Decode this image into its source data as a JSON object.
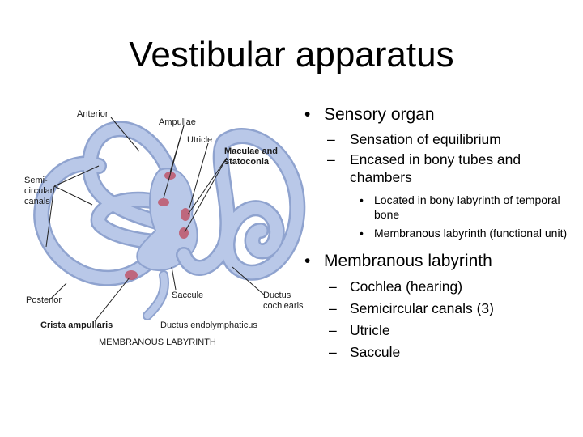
{
  "slide": {
    "title": "Vestibular apparatus"
  },
  "figure": {
    "labels": {
      "anterior": "Anterior",
      "ampullae": "Ampullae",
      "utricle": "Utricle",
      "maculae": "Maculae and\nstatoconia",
      "semicircular": "Semi-\ncircular\ncanals",
      "posterior": "Posterior",
      "saccule": "Saccule",
      "ductus_cochlearis": "Ductus\ncochlearis",
      "crista": "Crista ampullaris",
      "ductus_endolymphaticus": "Ductus endolymphaticus",
      "caption": "MEMBRANOUS LABYRINTH"
    },
    "colors": {
      "membrane": "#b9c8e8",
      "membrane_edge": "#8fa3cf",
      "sensory": "#c0475a"
    }
  },
  "bullets": {
    "b1": {
      "text": "Sensory organ",
      "sub1": "Sensation of equilibrium",
      "sub2": "Encased in bony tubes and chambers",
      "sub2_1": "Located in bony labyrinth of temporal bone",
      "sub2_2": "Membranous labyrinth (functional unit)"
    },
    "b2": {
      "text": "Membranous labyrinth",
      "items": [
        "Cochlea (hearing)",
        "Semicircular canals (3)",
        "Utricle",
        "Saccule"
      ]
    }
  }
}
